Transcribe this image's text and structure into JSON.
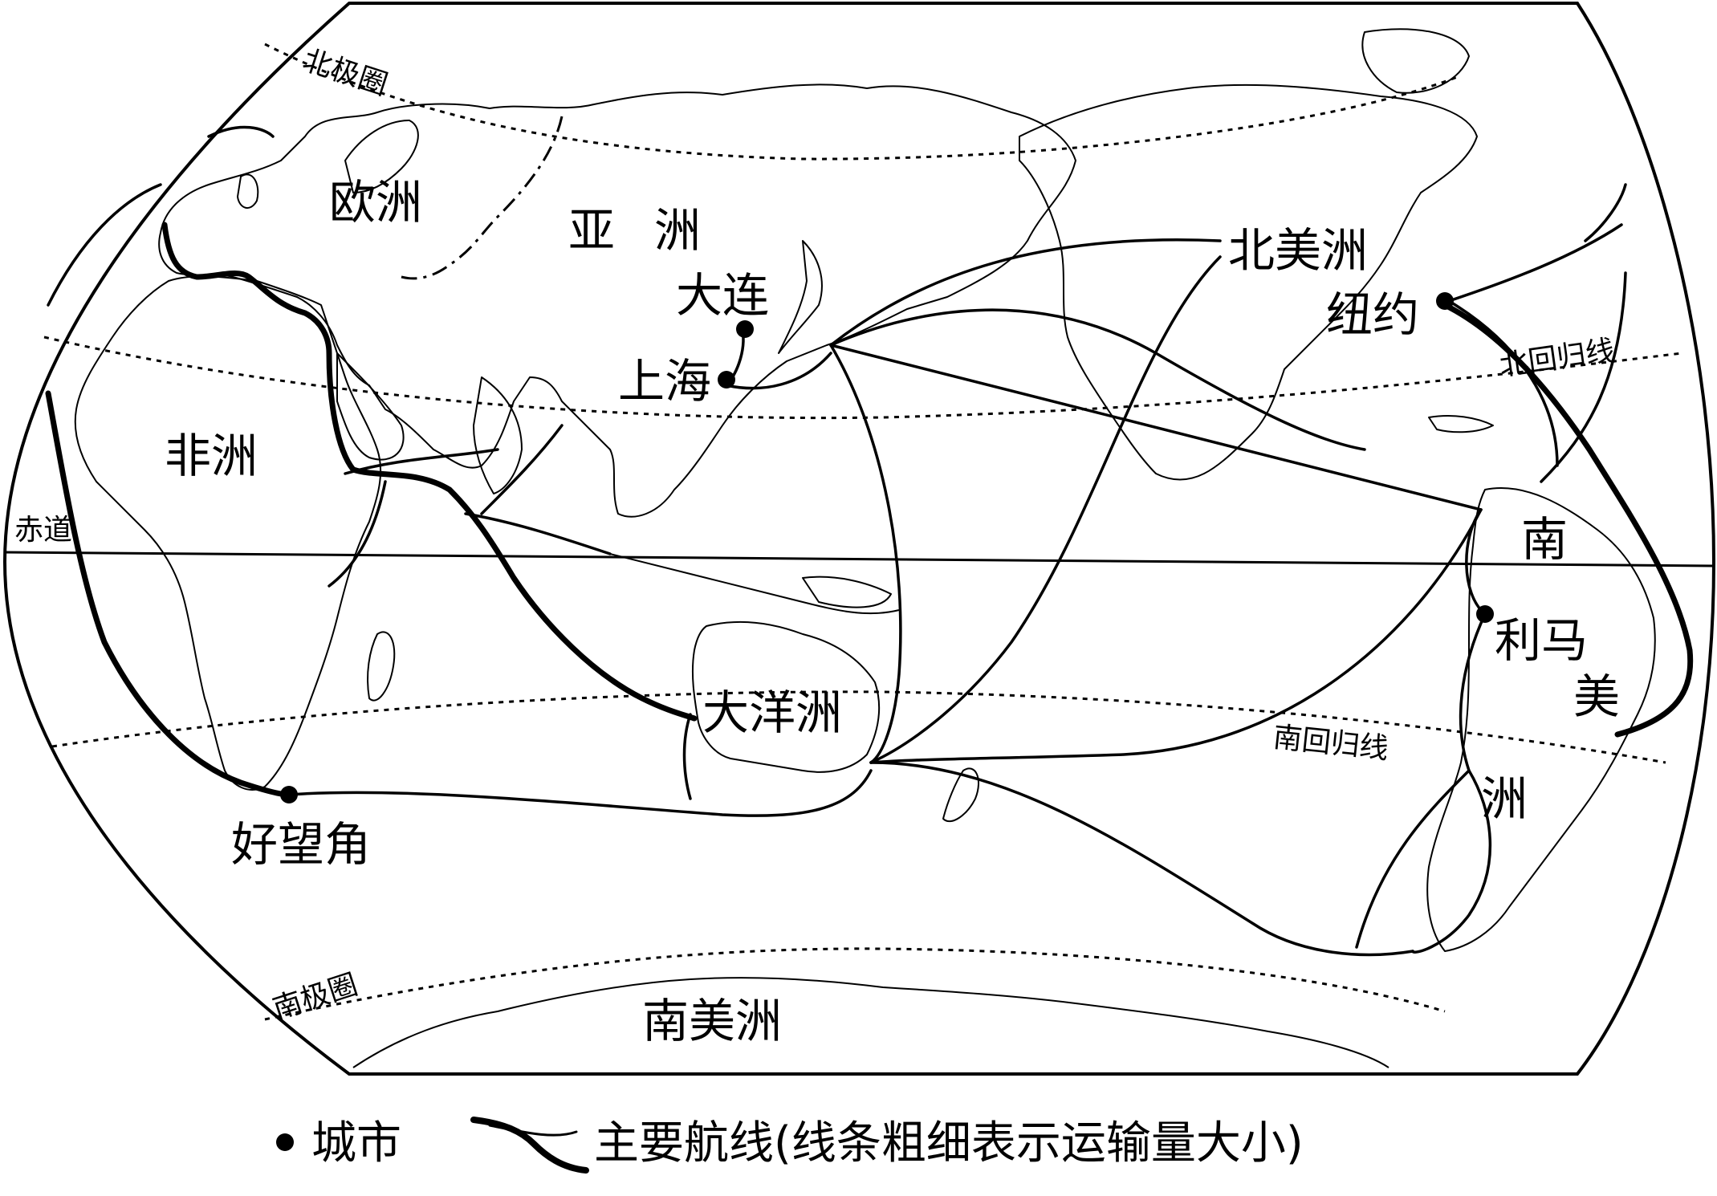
{
  "labels": {
    "europe": "欧洲",
    "asia_1": "亚",
    "asia_2": "洲",
    "north_america": "北美洲",
    "africa": "非洲",
    "oceania": "大洋洲",
    "south_america_1": "南",
    "south_america_2": "美",
    "south_america_3": "洲",
    "antarctica": "南美洲"
  },
  "cities": {
    "dalian": "大连",
    "shanghai": "上海",
    "new_york": "纽约",
    "lima": "利马",
    "cape_of_good_hope": "好望角"
  },
  "lines": {
    "arctic_circle": "北极圈",
    "tropic_of_cancer": "北回归线",
    "equator": "赤道",
    "tropic_of_capricorn": "南回归线",
    "antarctic_circle": "南极圈"
  },
  "legend": {
    "city": "城市",
    "route": "主要航线(线条粗细表示运输量大小)"
  }
}
